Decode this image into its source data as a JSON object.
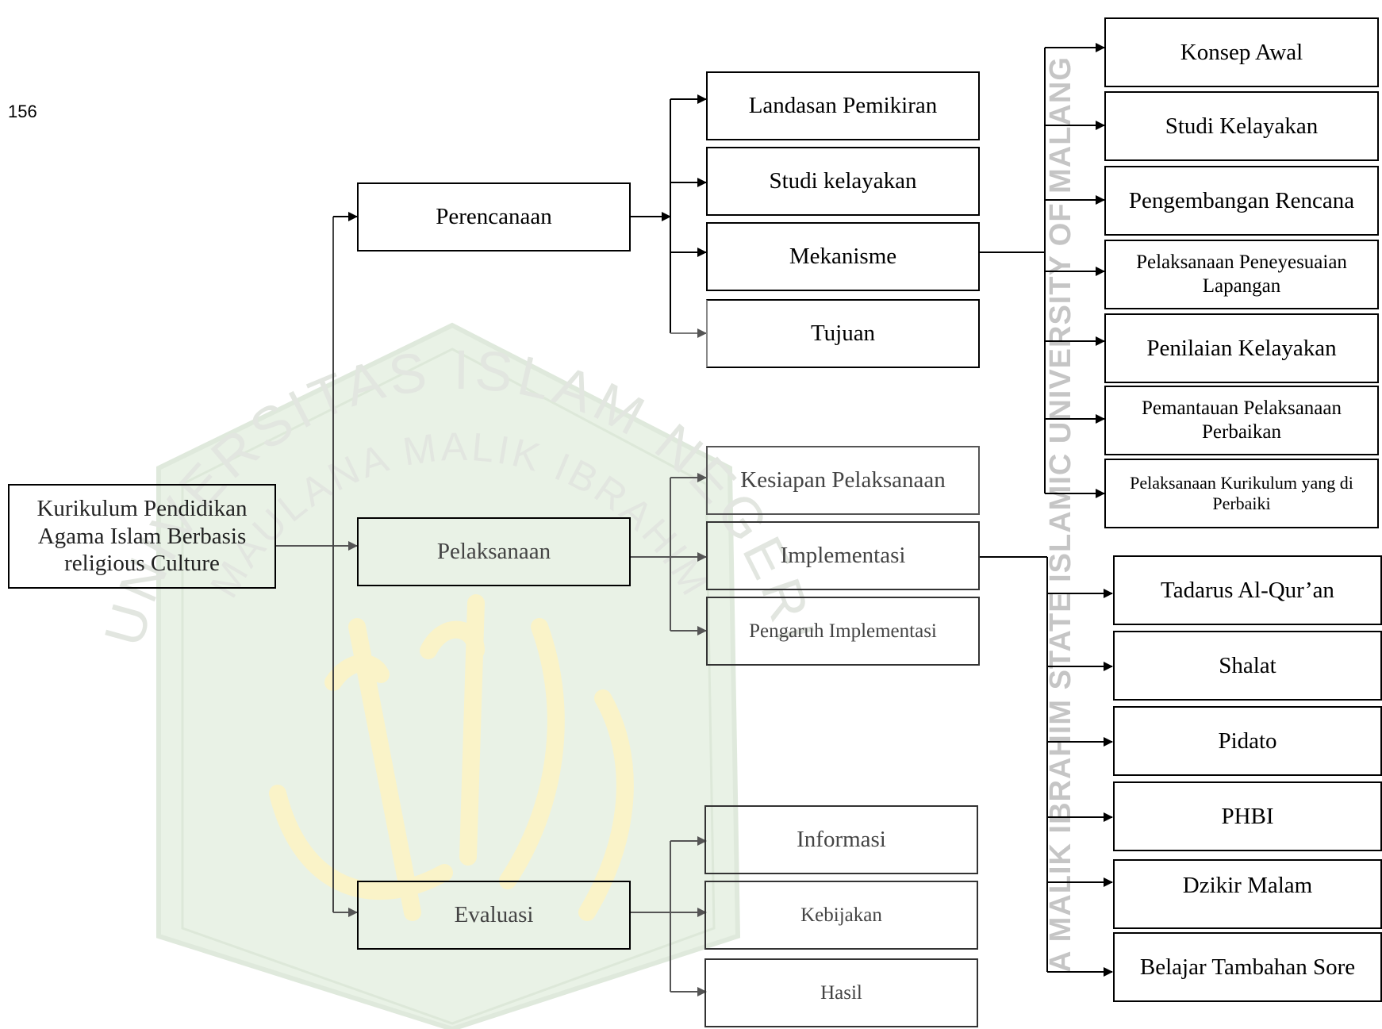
{
  "page_number": "156",
  "watermark": {
    "arc_top": "UNIVERSITAS ISLAM NEGERI",
    "arc_inner": "MAULANA MALIK IBRAHIM",
    "colors": {
      "shield": "#e7f1e4",
      "calligraphy": "#fbf5cf",
      "ring": "#dfe5dc"
    },
    "vertical_text": "A MALIK IBRAHIM STATE ISLAMIC UNIVERSITY OF MALANG"
  },
  "root": "Kurikulum Pendidikan Agama Islam Berbasis religious Culture",
  "branches": [
    {
      "label": "Perencanaan",
      "children": [
        "Landasan Pemikiran",
        "Studi kelayakan",
        "Mekanisme",
        "Tujuan"
      ]
    },
    {
      "label": "Pelaksanaan",
      "children": [
        "Kesiapan Pelaksanaan",
        "Implementasi",
        "Pengaruh Implementasi"
      ]
    },
    {
      "label": "Evaluasi",
      "children": [
        "Informasi",
        "Kebijakan",
        "Hasil"
      ]
    }
  ],
  "mekanisme_steps": [
    "Konsep Awal",
    "Studi Kelayakan",
    "Pengembangan Rencana",
    "Pelaksanaan Peneyesuaian Lapangan",
    "Penilaian Kelayakan",
    "Pemantauan Pelaksanaan Perbaikan",
    "Pelaksanaan Kurikulum yang di Perbaiki"
  ],
  "implementasi_activities": [
    "Tadarus Al-Qur’an",
    "Shalat",
    "Pidato",
    "PHBI",
    "Dzikir Malam",
    "Belajar Tambahan Sore"
  ]
}
